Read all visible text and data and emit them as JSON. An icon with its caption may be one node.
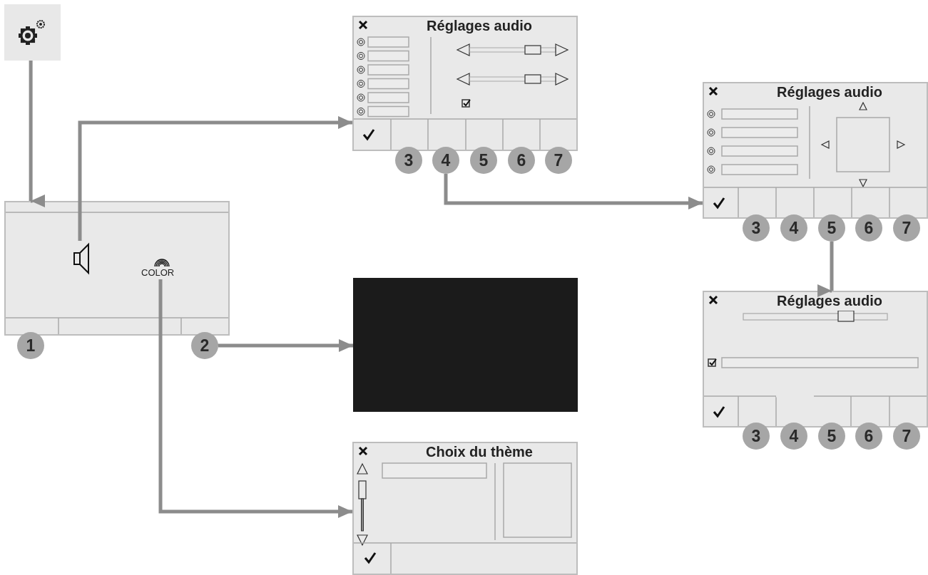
{
  "diagram": {
    "nodes": [
      {
        "text": [],
        "shape": "box"
      },
      {
        "text": [],
        "shape": "box"
      },
      {
        "text": [],
        "shape": "speaker",
        "in": 1
      },
      {
        "text": [
          "COLOR"
        ],
        "in": 1
      },
      {
        "text": [
          "2"
        ]
      },
      {
        "text": [],
        "shape": "box"
      },
      {
        "text": [
          "Réglages audio"
        ]
      },
      {
        "text": [
          "4"
        ]
      },
      {
        "text": [
          "Réglages audio"
        ]
      },
      {
        "text": [
          "5"
        ]
      },
      {
        "text": [
          "Réglages audio"
        ]
      },
      {
        "text": [
          "Choix du thème"
        ]
      },
      {
        "text": [
          "3"
        ]
      },
      {
        "text": [
          "5"
        ]
      },
      {
        "text": [
          "6"
        ]
      },
      {
        "text": [
          "7"
        ]
      },
      {
        "text": [
          "3"
        ]
      },
      {
        "text": [
          "4"
        ]
      },
      {
        "text": [
          "6"
        ]
      },
      {
        "text": [
          "7"
        ]
      },
      {
        "text": [
          "1"
        ]
      },
      {
        "text": [
          "3"
        ]
      },
      {
        "text": [
          "4"
        ]
      },
      {
        "text": [
          "5"
        ]
      },
      {
        "text": [
          "6"
        ]
      },
      {
        "text": [
          "7"
        ]
      }
    ],
    "edges": [
      {
        "from": 0,
        "to": 1,
        "arrow": "to"
      },
      {
        "from": 2,
        "to": 6,
        "arrow": "to"
      },
      {
        "from": 4,
        "to": 5,
        "arrow": "to"
      },
      {
        "from": 3,
        "to": 11,
        "arrow": "to"
      },
      {
        "from": 7,
        "to": 8,
        "arrow": "to"
      },
      {
        "from": 9,
        "to": 10,
        "arrow": "to"
      }
    ]
  }
}
